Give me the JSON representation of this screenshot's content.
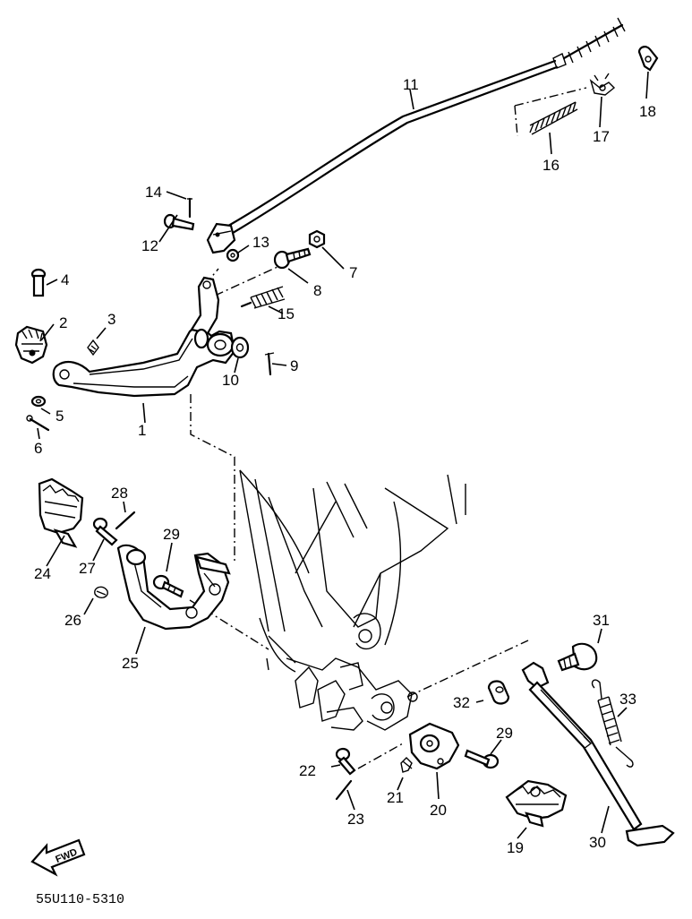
{
  "diagram": {
    "part_numbers": {
      "p1": "1",
      "p2": "2",
      "p3": "3",
      "p4": "4",
      "p5": "5",
      "p6": "6",
      "p7": "7",
      "p8": "8",
      "p9": "9",
      "p10": "10",
      "p11": "11",
      "p12": "12",
      "p13": "13",
      "p14": "14",
      "p15": "15",
      "p16": "16",
      "p17": "17",
      "p18": "18",
      "p19": "19",
      "p20": "20",
      "p21": "21",
      "p22": "22",
      "p23": "23",
      "p24": "24",
      "p25": "25",
      "p26": "26",
      "p27": "27",
      "p28": "28",
      "p29a": "29",
      "p29b": "29",
      "p30": "30",
      "p31": "31",
      "p32": "32",
      "p33": "33"
    },
    "forward_arrow_label": "FWD",
    "drawing_code": "55U110-5310"
  }
}
